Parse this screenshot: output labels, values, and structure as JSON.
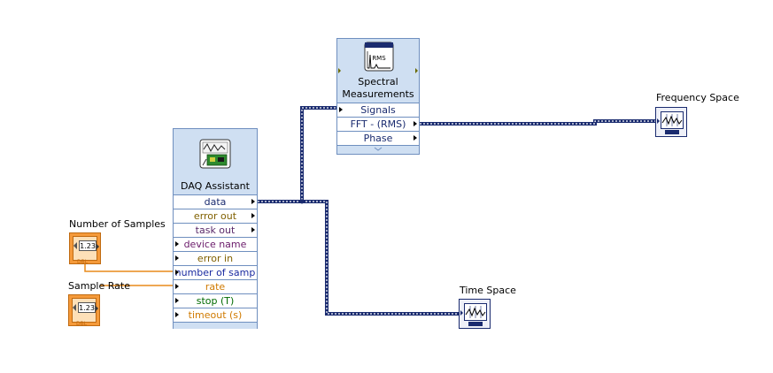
{
  "daq_assistant": {
    "title": "DAQ Assistant",
    "terminals": [
      {
        "label": "data",
        "type": "data",
        "dir": "out"
      },
      {
        "label": "error out",
        "type": "err",
        "dir": "out"
      },
      {
        "label": "task out",
        "type": "task",
        "dir": "out"
      },
      {
        "label": "device name",
        "type": "dev",
        "dir": "in"
      },
      {
        "label": "error in",
        "type": "err",
        "dir": "in"
      },
      {
        "label": "number of samp",
        "type": "int",
        "dir": "in"
      },
      {
        "label": "rate",
        "type": "dbl",
        "dir": "in"
      },
      {
        "label": "stop (T)",
        "type": "bool",
        "dir": "in"
      },
      {
        "label": "timeout (s)",
        "type": "dbl",
        "dir": "in"
      }
    ]
  },
  "spectral": {
    "title_line1": "Spectral",
    "title_line2": "Measurements",
    "icon_text": "RMS",
    "terminals": [
      {
        "label": "Signals",
        "type": "data",
        "dir": "in"
      },
      {
        "label": "FFT - (RMS)",
        "type": "data",
        "dir": "out"
      },
      {
        "label": "Phase",
        "type": "data",
        "dir": "out"
      }
    ]
  },
  "controls": {
    "samples": {
      "label": "Number of Samples",
      "value_text": "1.23",
      "rep": "DBL"
    },
    "rate": {
      "label": "Sample Rate",
      "value_text": "1.23",
      "rep": "DBL"
    }
  },
  "indicators": {
    "frequency": {
      "label": "Frequency Space"
    },
    "time": {
      "label": "Time Space"
    }
  },
  "colors": {
    "dynamic_wire": "#1a2b6f",
    "numeric_wire": "#e88a1a",
    "express_bg": "#cfdff2"
  }
}
